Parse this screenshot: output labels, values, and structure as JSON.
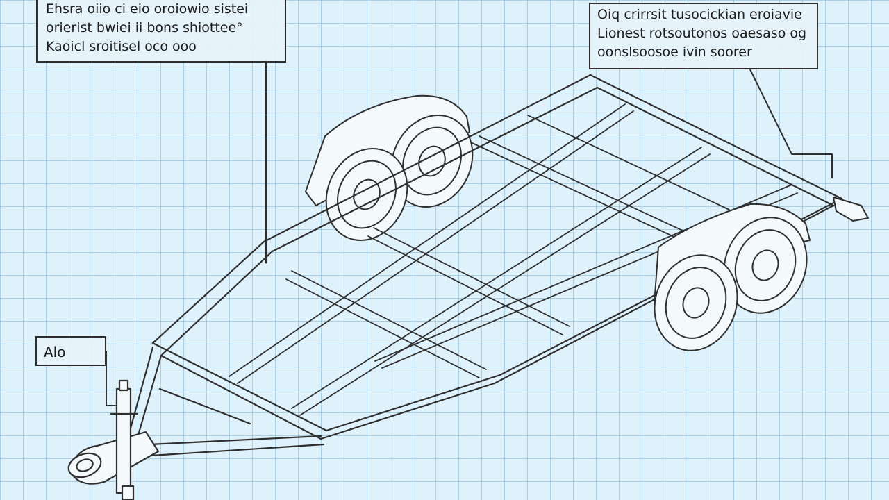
{
  "callouts": {
    "top_left": [
      "Ehsra oiio ci eio oroiowio sistei",
      "orierist bwiei ii bons shiottee°",
      "Kaoicl sroitisel oco ooo"
    ],
    "top_right": [
      "Oiq crirrsit tusocickian eroiavie",
      "Lionest rotsoutonos oaesaso og",
      "oonslsoosoe ivin soorer"
    ],
    "small": "Alo"
  },
  "colors": {
    "background": "#dff1fa",
    "grid": "#78b4d7",
    "linework": "#2e2e2e",
    "frame_fill": "#f4f9fc"
  },
  "icons": [
    "trailer-frame-drawing",
    "wheel-icon",
    "hitch-coupler-icon",
    "jack-stand-icon"
  ]
}
